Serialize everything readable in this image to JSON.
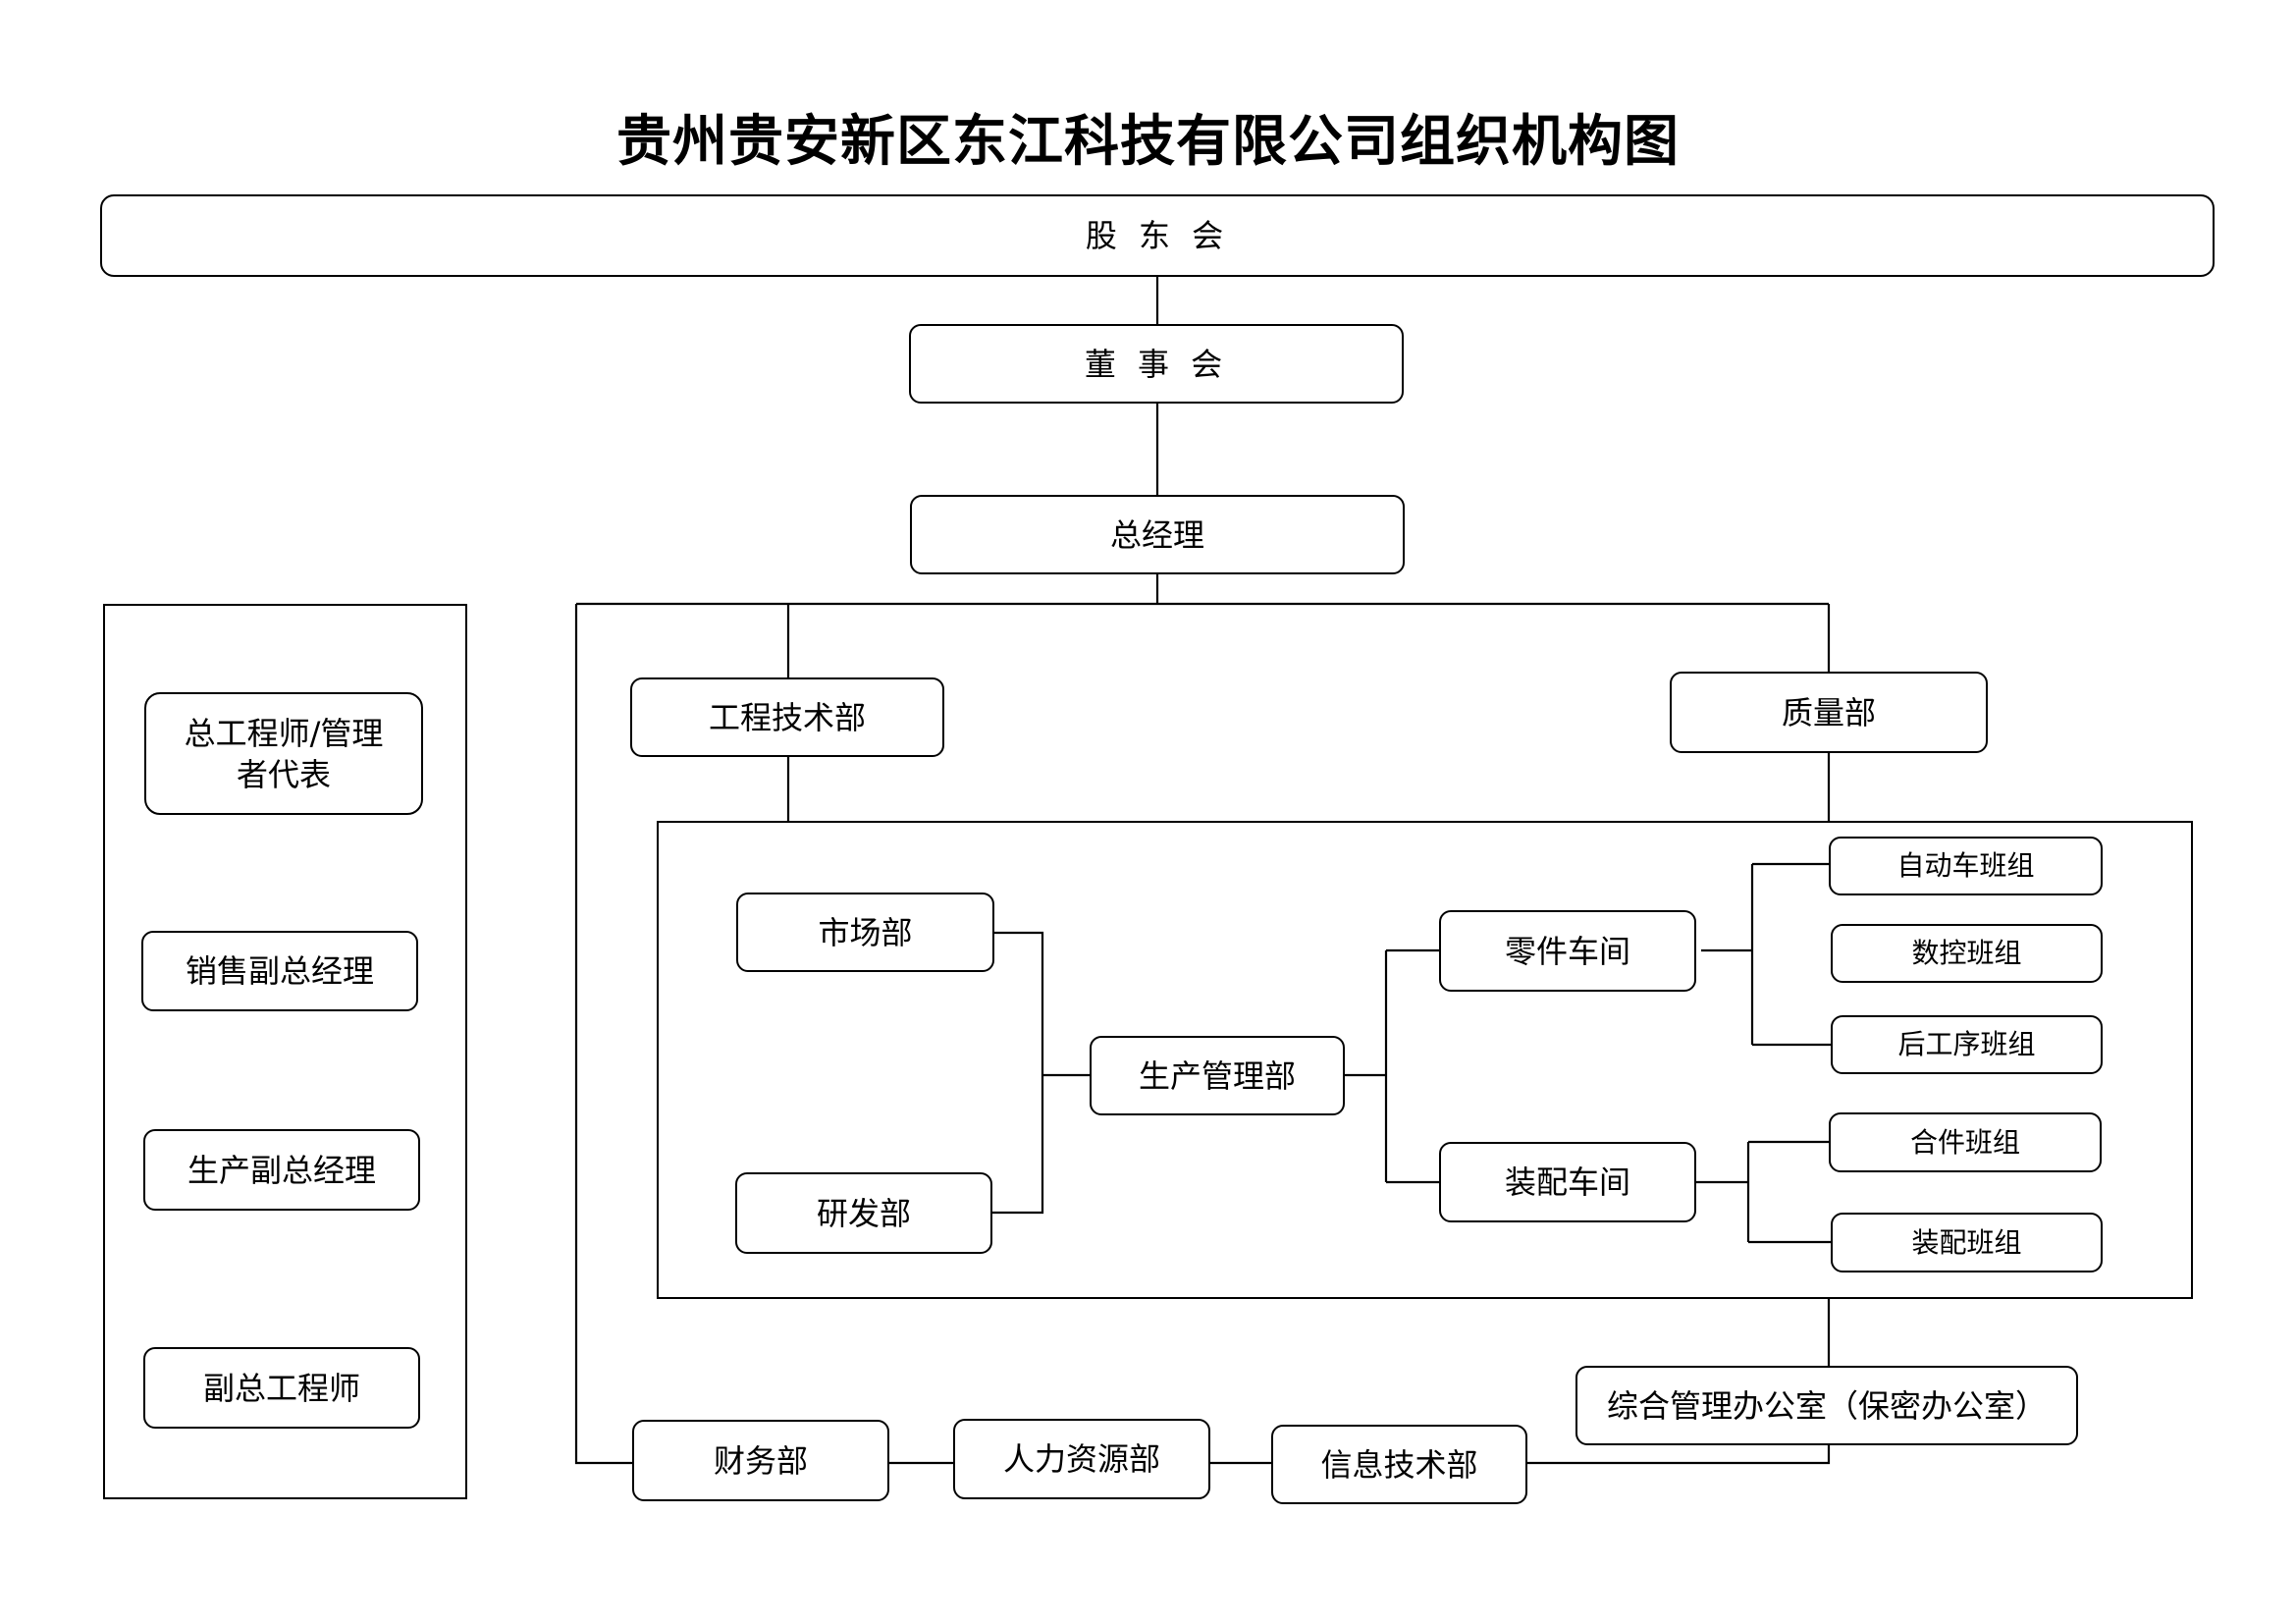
{
  "title": "贵州贵安新区东江科技有限公司组织机构图",
  "top": {
    "shareholders": "股 东 会",
    "board": "董 事 会",
    "general_manager": "总经理"
  },
  "departments": {
    "engineering": "工程技术部",
    "quality": "质量部",
    "market": "市场部",
    "rnd": "研发部",
    "production": "生产管理部",
    "parts_workshop": "零件车间",
    "assembly_workshop": "装配车间",
    "admin_office": "综合管理办公室（保密办公室）",
    "finance": "财务部",
    "hr": "人力资源部",
    "it": "信息技术部"
  },
  "teams": {
    "auto_lathe": "自动车班组",
    "cnc": "数控班组",
    "post_process": "后工序班组",
    "combine": "合件班组",
    "assembly": "装配班组"
  },
  "executives": [
    "总工程师/管理者代表",
    "销售副总经理",
    "生产副总经理",
    "副总工程师"
  ]
}
